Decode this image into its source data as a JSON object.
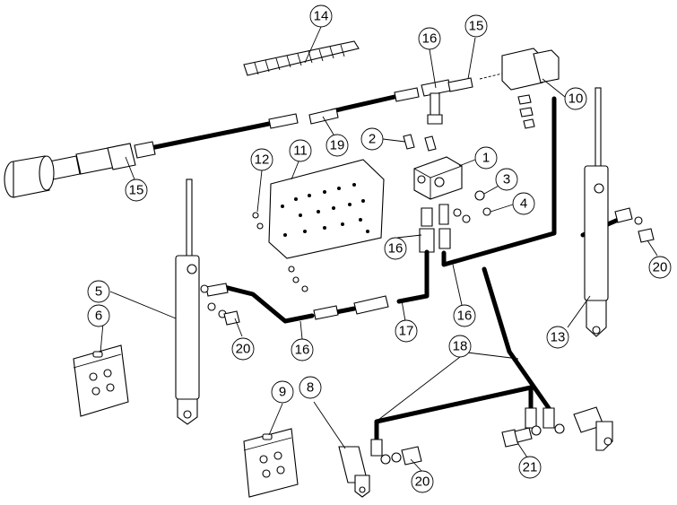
{
  "callouts": [
    {
      "key": "c14a",
      "label": "14"
    },
    {
      "key": "c16a",
      "label": "16"
    },
    {
      "key": "c15a",
      "label": "15"
    },
    {
      "key": "c10",
      "label": "10"
    },
    {
      "key": "c19",
      "label": "19"
    },
    {
      "key": "c15b",
      "label": "15"
    },
    {
      "key": "c2",
      "label": "2"
    },
    {
      "key": "c1",
      "label": "1"
    },
    {
      "key": "c12",
      "label": "12"
    },
    {
      "key": "c11",
      "label": "11"
    },
    {
      "key": "c3",
      "label": "3"
    },
    {
      "key": "c4",
      "label": "4"
    },
    {
      "key": "c16b",
      "label": "16"
    },
    {
      "key": "c16c",
      "label": "16"
    },
    {
      "key": "c5",
      "label": "5"
    },
    {
      "key": "c6",
      "label": "6"
    },
    {
      "key": "c20a",
      "label": "20"
    },
    {
      "key": "c16d",
      "label": "16"
    },
    {
      "key": "c17",
      "label": "17"
    },
    {
      "key": "c13",
      "label": "13"
    },
    {
      "key": "c20b",
      "label": "20"
    },
    {
      "key": "c18",
      "label": "18"
    },
    {
      "key": "c9",
      "label": "9"
    },
    {
      "key": "c8",
      "label": "8"
    },
    {
      "key": "c20c",
      "label": "20"
    },
    {
      "key": "c21",
      "label": "21"
    }
  ],
  "icons": [
    "filter-icon",
    "valve-block-icon",
    "solenoid-icon",
    "cylinder-icon",
    "mounting-plate-icon",
    "hardware-pack-icon",
    "spiral-wrap-icon"
  ]
}
